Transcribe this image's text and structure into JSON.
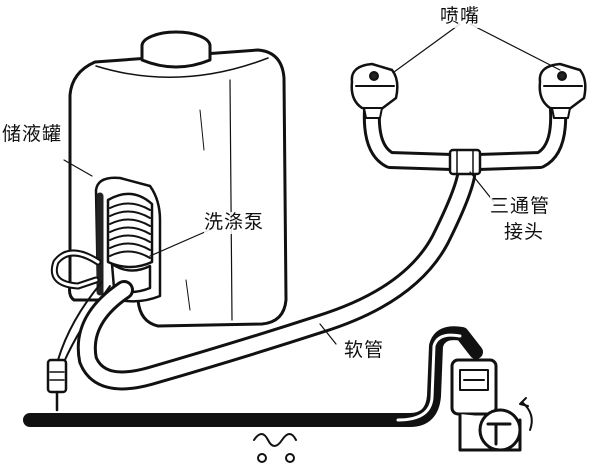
{
  "labels": {
    "nozzle": "喷嘴",
    "reservoir": "储液罐",
    "pump": "洗涤泵",
    "tee_line1": "三通管",
    "tee_line2": "接头",
    "hose": "软管"
  }
}
